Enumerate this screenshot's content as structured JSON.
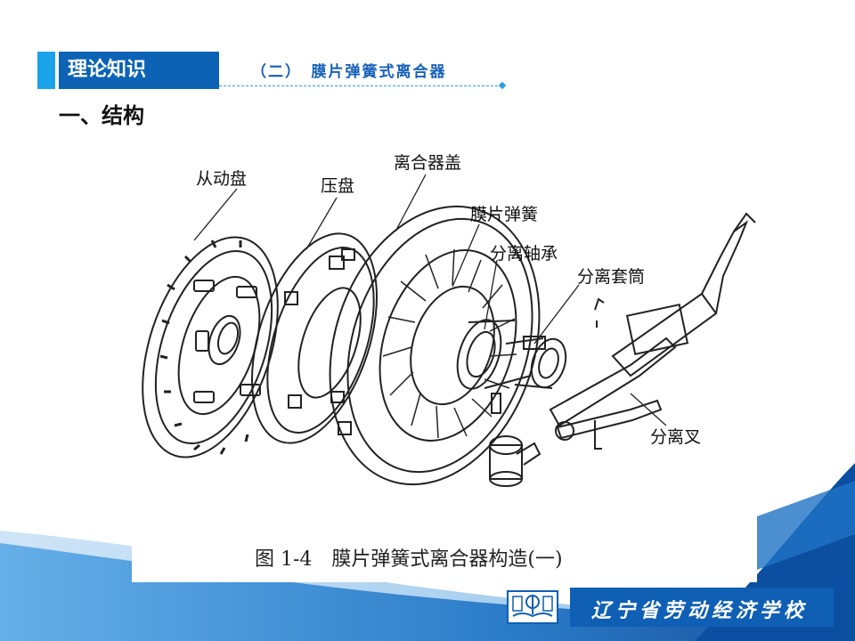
{
  "header": {
    "title": "理论知识",
    "subtitle": "（二）　膜片弹簧式离合器"
  },
  "section": {
    "title": "一、结构"
  },
  "figure": {
    "labels": {
      "driven_disc": "从动盘",
      "pressure_plate": "压盘",
      "clutch_cover": "离合器盖",
      "diaphragm_spring": "膜片弹簧",
      "release_bearing": "分离轴承",
      "release_sleeve": "分离套筒",
      "release_fork": "分离叉"
    },
    "caption": "图 1-4　膜片弹簧式离合器构造(一)"
  },
  "footer": {
    "school_name": "辽宁省劳动经济学校"
  },
  "colors": {
    "primary_blue": "#0c63b6",
    "accent_blue": "#1aa3e8",
    "footer_blue": "#0f5fb4"
  }
}
